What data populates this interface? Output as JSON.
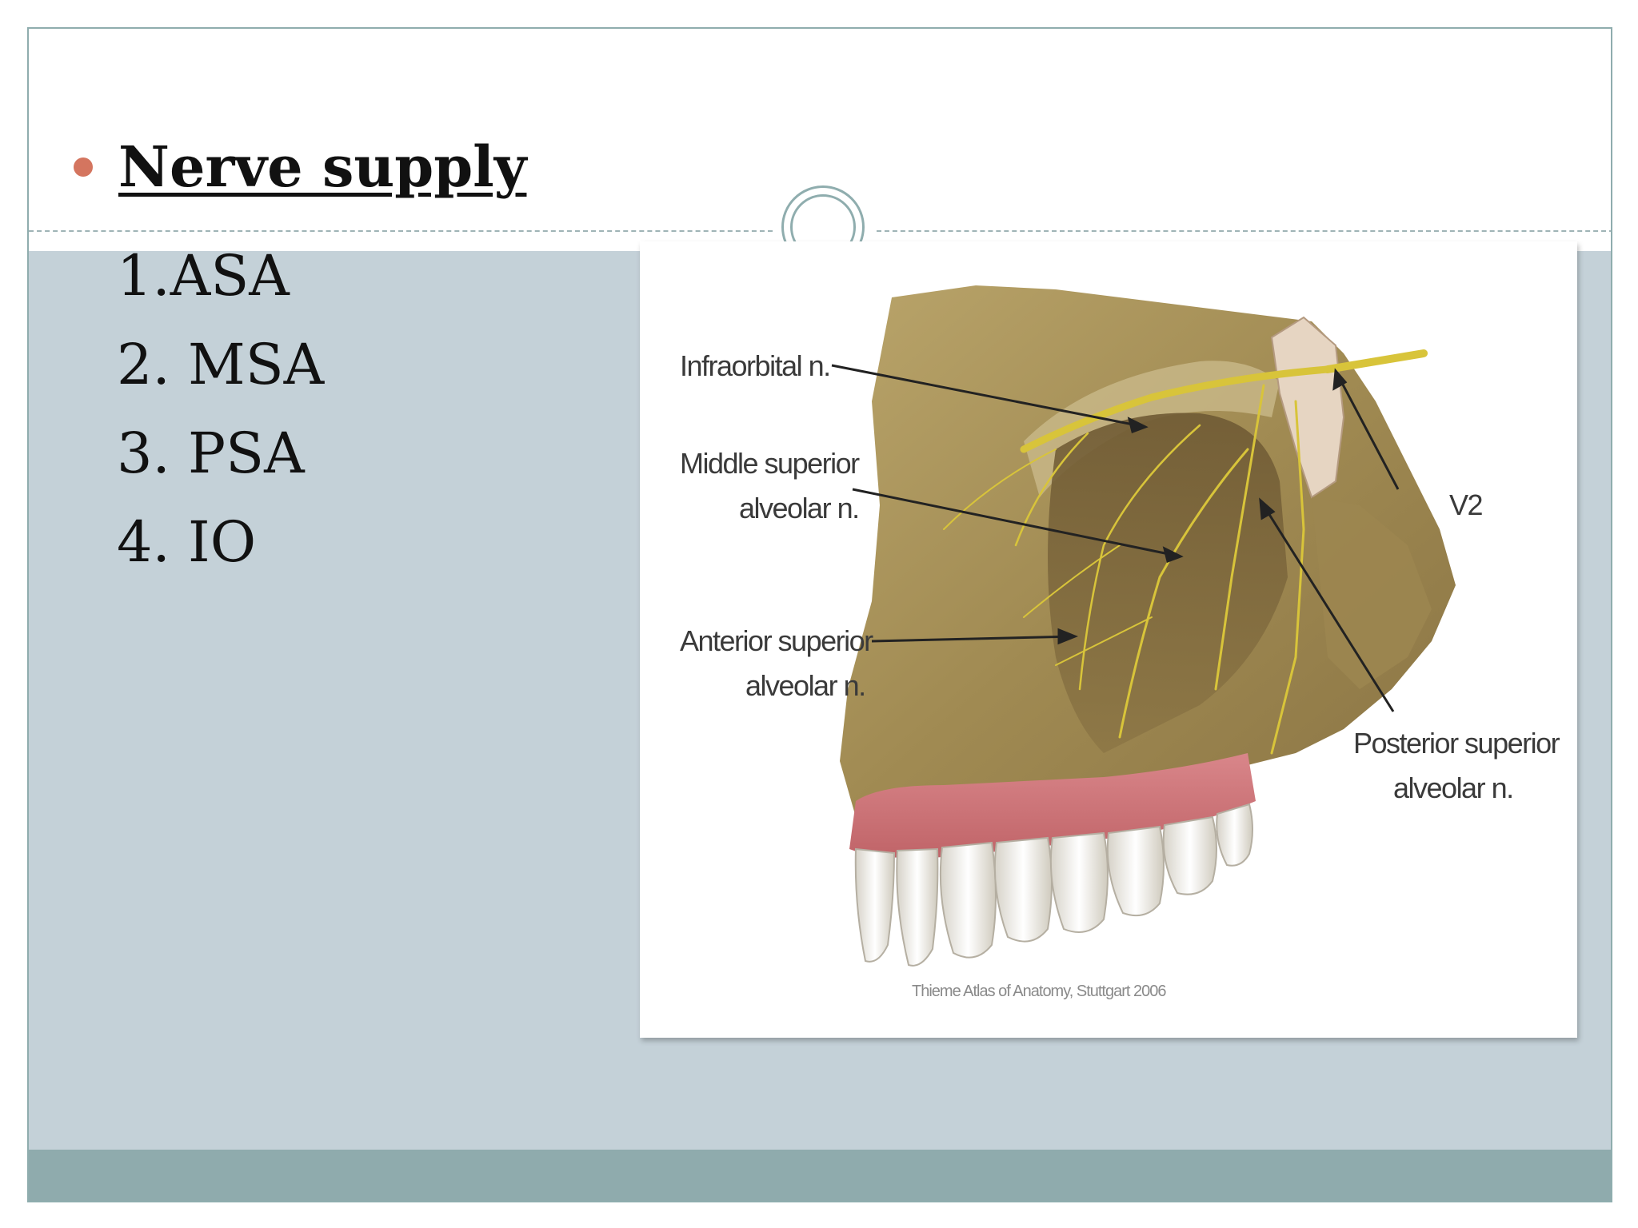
{
  "slide": {
    "heading": "Nerve supply",
    "items": [
      "1.ASA",
      "2. MSA",
      "3. PSA",
      "4. IO"
    ]
  },
  "figure": {
    "labels": {
      "infraorbital": "Infraorbital n.",
      "msa_line1": "Middle superior",
      "msa_line2": "alveolar n.",
      "asa_line1": "Anterior superior",
      "asa_line2": "alveolar n.",
      "psa_line1": "Posterior superior",
      "psa_line2": "alveolar n.",
      "v2": "V2"
    },
    "credit": "Thieme Atlas of Anatomy, Stuttgart 2006"
  },
  "colors": {
    "accent_bullet": "#d4755f",
    "body_background": "#c4d1d8",
    "footer_band": "#8fabad",
    "frame_border": "#8fadae"
  }
}
